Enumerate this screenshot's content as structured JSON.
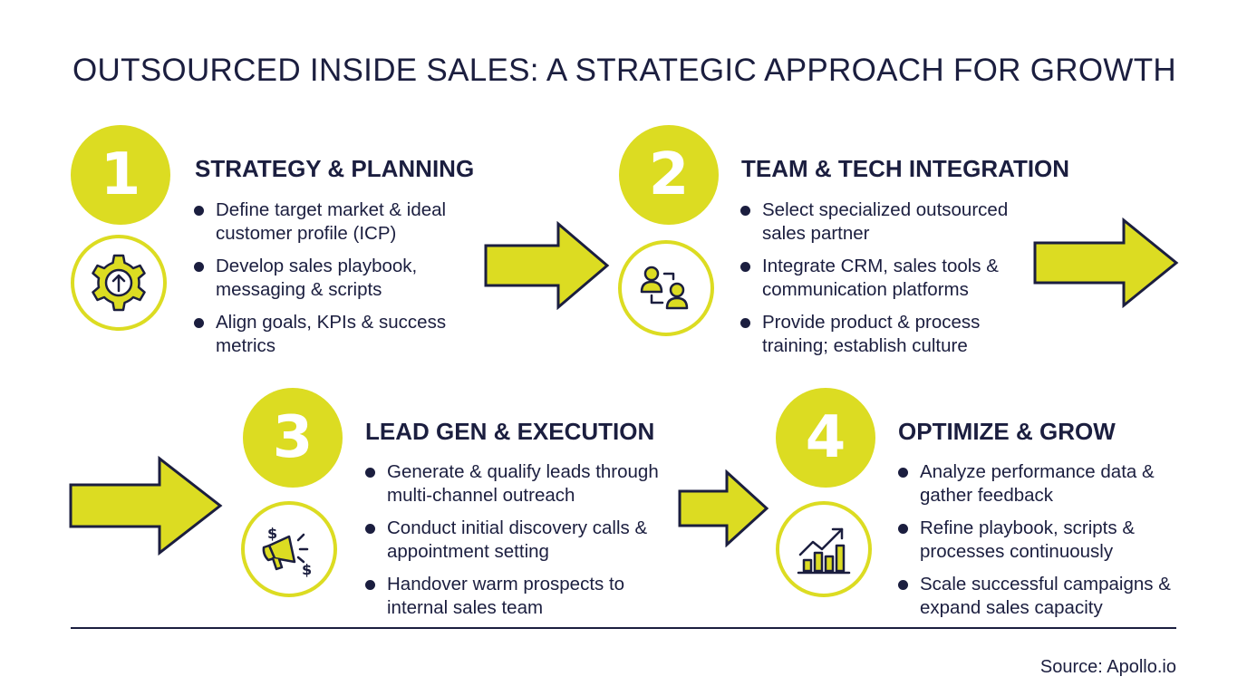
{
  "title": "OUTSOURCED INSIDE SALES: A STRATEGIC APPROACH FOR GROWTH",
  "accent_color": "#dcdc22",
  "text_color": "#1b1e3f",
  "steps": [
    {
      "number": "1",
      "heading": "STRATEGY & PLANNING",
      "icon": "gear-arrow-icon",
      "bullets": [
        "Define target market & ideal customer profile (ICP)",
        "Develop sales playbook, messaging & scripts",
        "Align goals, KPIs & success metrics"
      ]
    },
    {
      "number": "2",
      "heading": "TEAM & TECH INTEGRATION",
      "icon": "people-network-icon",
      "bullets": [
        "Select specialized outsourced sales partner",
        "Integrate CRM, sales tools & communication platforms",
        "Provide product & process training; establish culture"
      ]
    },
    {
      "number": "3",
      "heading": "LEAD GEN & EXECUTION",
      "icon": "megaphone-dollar-icon",
      "bullets": [
        "Generate & qualify leads through multi-channel outreach",
        "Conduct initial discovery calls & appointment setting",
        "Handover warm prospects to internal sales team"
      ]
    },
    {
      "number": "4",
      "heading": "OPTIMIZE & GROW",
      "icon": "growth-chart-icon",
      "bullets": [
        "Analyze performance data & gather feedback",
        "Refine playbook, scripts & processes continuously",
        "Scale successful campaigns & expand sales capacity"
      ]
    }
  ],
  "source": "Source: Apollo.io"
}
